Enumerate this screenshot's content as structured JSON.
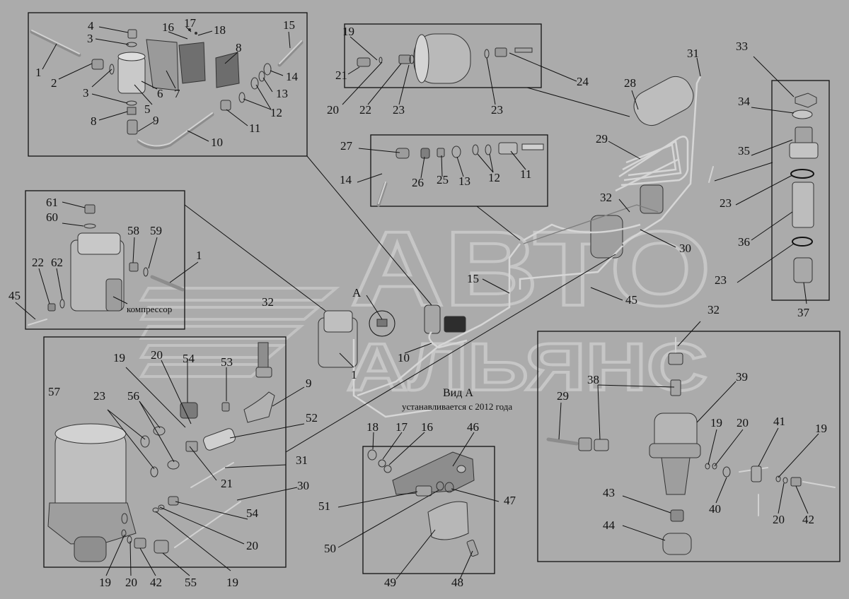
{
  "diagram": {
    "view_title": "Вид А",
    "view_note": "устанавливается с 2012 года",
    "compressor_label": "компрессор",
    "watermark_top": "АВТО",
    "watermark_bottom": "АЛЬЯНС",
    "colors": {
      "background": "#ababab",
      "lines": "#111111",
      "parts": "#8d8d8d",
      "highlight": "#d6d6d6"
    },
    "callouts": {
      "c1a": "1",
      "c2": "2",
      "c3a": "3",
      "c3b": "3",
      "c4": "4",
      "c5": "5",
      "c6": "6",
      "c7": "7",
      "c8a": "8",
      "c8b": "8",
      "c9a": "9",
      "c10a": "10",
      "c11a": "11",
      "c12a": "12",
      "c13a": "13",
      "c14a": "14",
      "c15a": "15",
      "c16a": "16",
      "c17a": "17",
      "c18a": "18",
      "c19a": "19",
      "c20a": "20",
      "c21a": "21",
      "c22a": "22",
      "c23a": "23",
      "c23b": "23",
      "c24": "24",
      "c27": "27",
      "c14b": "14",
      "c26": "26",
      "c25": "25",
      "c13b": "13",
      "c12b": "12",
      "c11b": "11",
      "c61": "61",
      "c60": "60",
      "c58": "58",
      "c59": "59",
      "c1b": "1",
      "c22b": "22",
      "c62": "62",
      "c45a": "45",
      "c28": "28",
      "c31a": "31",
      "c29a": "29",
      "c32a": "32",
      "c30a": "30",
      "c45b": "45",
      "c15b": "15",
      "cA": "А",
      "c10b": "10",
      "c1c": "1",
      "c33": "33",
      "c34": "34",
      "c35": "35",
      "c23c": "23",
      "c36": "36",
      "c23d": "23",
      "c37": "37",
      "c19b": "19",
      "c20b": "20",
      "c54a": "54",
      "c53": "53",
      "c32b": "32",
      "c57": "57",
      "c23e": "23",
      "c56": "56",
      "c9b": "9",
      "c52": "52",
      "c31b": "31",
      "c21b": "21",
      "c30b": "30",
      "c54b": "54",
      "c20c": "20",
      "c19c": "19",
      "c20d": "20",
      "c42a": "42",
      "c55": "55",
      "c19d": "19",
      "c18b": "18",
      "c17b": "17",
      "c16b": "16",
      "c46": "46",
      "c51": "51",
      "c47": "47",
      "c50": "50",
      "c49": "49",
      "c48": "48",
      "c32c": "32",
      "c38": "38",
      "c39": "39",
      "c29b": "29",
      "c19e": "19",
      "c20e": "20",
      "c41": "41",
      "c19f": "19",
      "c40": "40",
      "c20f": "20",
      "c42b": "42",
      "c43": "43",
      "c44": "44"
    }
  }
}
